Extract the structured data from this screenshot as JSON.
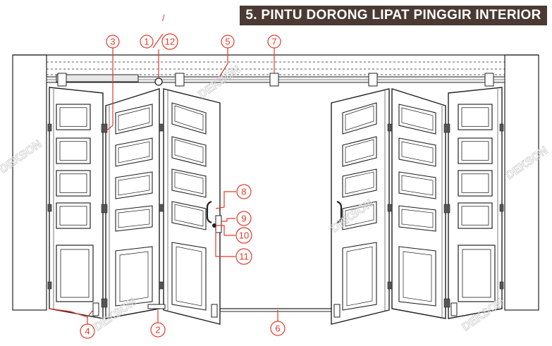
{
  "title": "5. PINTU DORONG LIPAT PINGGIR INTERIOR",
  "watermark": "DEKSON",
  "colors": {
    "title_bg": "#4a3a33",
    "title_text": "#ffffff",
    "callout": "#e23a2b",
    "line": "#222222"
  },
  "callouts": [
    "3",
    "1",
    "12",
    "5",
    "7",
    "8",
    "9",
    "10",
    "11",
    "4",
    "2",
    "6"
  ],
  "callout_1_12_separator": "/"
}
